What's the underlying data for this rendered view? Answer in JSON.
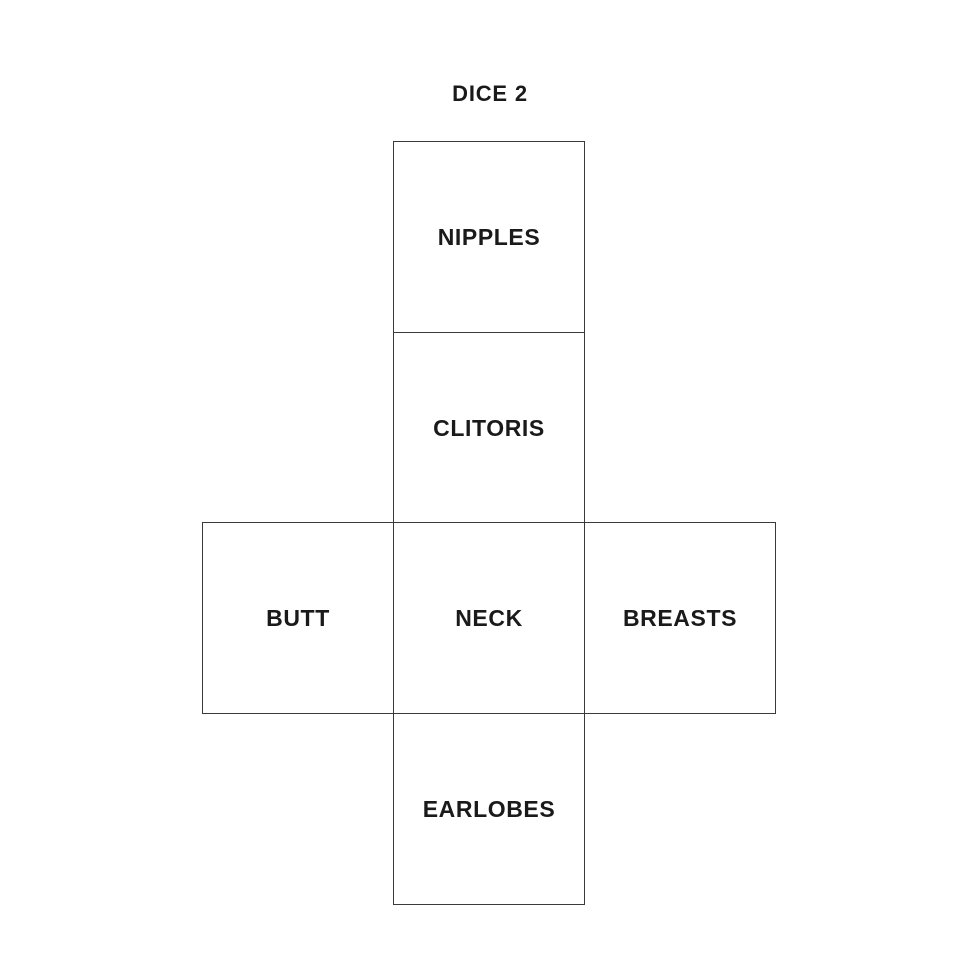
{
  "page": {
    "title": "DICE 2",
    "background_color": "#ffffff",
    "text_color": "#1a1a1a",
    "line_color": "#3a3a3a"
  },
  "dice_net": {
    "shape": "cruciform-cube-net",
    "columns": 3,
    "rows": 4,
    "face_count": 6,
    "faces": [
      {
        "label": "NIPPLES",
        "row": 0,
        "col": 1
      },
      {
        "label": "CLITORIS",
        "row": 1,
        "col": 1
      },
      {
        "label": "BUTT",
        "row": 2,
        "col": 0
      },
      {
        "label": "NECK",
        "row": 2,
        "col": 1
      },
      {
        "label": "BREASTS",
        "row": 2,
        "col": 2
      },
      {
        "label": "EARLOBES",
        "row": 3,
        "col": 1
      }
    ]
  }
}
